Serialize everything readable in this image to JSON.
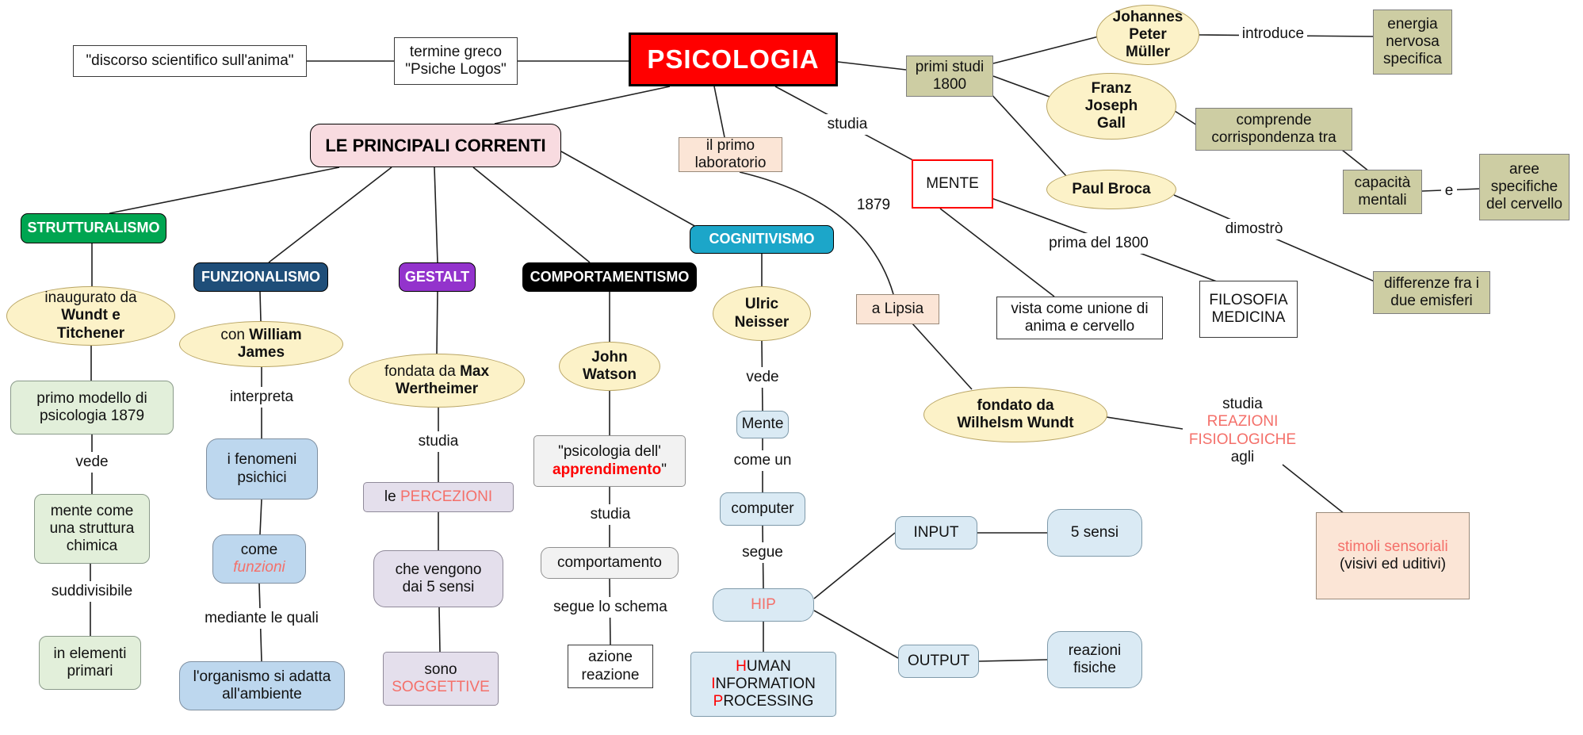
{
  "diagram_title": "PSICOLOGIA",
  "colors": {
    "psicologia_bg": "#ff0000",
    "strutturalismo_bg": "#00a551",
    "funzionalismo_bg": "#1f4e79",
    "gestalt_bg": "#9333cc",
    "comportamentismo_bg": "#000000",
    "cognitivismo_bg": "#1ca6c9",
    "correnti_bg": "#f8dbe0",
    "ellipse_bg": "#fcf2c8",
    "olive_bg": "#cdcda3",
    "peach_bg": "#fbe5d6",
    "lightgreen_bg": "#e2efda",
    "lightblue_bg": "#bdd7ee",
    "lavender_bg": "#e4dfec",
    "lightgray_bg": "#f2f2f2",
    "cyan_bg": "#daeaf4",
    "strong_red": "#fe0000",
    "soft_red": "#f4706a"
  },
  "nodes": {
    "discorso": "\"discorso scientifico sull'anima\"",
    "termine": "termine greco\n\"Psiche Logos\"",
    "psicologia": "PSICOLOGIA",
    "primi_studi": "primi studi\n1800",
    "muller": "Johannes\nPeter\nMüller",
    "energia": "energia\nnervosa\nspecifica",
    "gall": "Franz\nJoseph\nGall",
    "comprende": "comprende\ncorrispondenza tra",
    "broca": "Paul Broca",
    "capacita": "capacità\nmentali",
    "aree": "aree\nspecifiche\ndel cervello",
    "differenze": "differenze fra i\ndue emisferi",
    "filosofia": "FILOSOFIA\nMEDICINA",
    "vista": "vista come unione di\nanima e cervello",
    "mente": "MENTE",
    "laboratorio": "il primo\nlaboratorio",
    "lipsia": "a Lipsia",
    "fondato": "fondato da\nWilhelsm Wundt",
    "reazioni": {
      "pre": "studia\n",
      "red": "REAZIONI\nFISIOLOGICHE",
      "post": "\nagli"
    },
    "stimoli": {
      "red": "stimoli sensoriali",
      "black": "\n(visivi ed uditivi)"
    },
    "correnti": "LE PRINCIPALI CORRENTI",
    "strutturalismo": "STRUTTURALISMO",
    "strutt_founder": {
      "pre": "inaugurato da\n",
      "bold": "Wundt e\nTitchener"
    },
    "primo_modello": "primo modello di\npsicologia 1879",
    "mente_struttura": "mente come\nuna struttura\nchimica",
    "elementi": "in elementi\nprimari",
    "funzionalismo": "FUNZIONALISMO",
    "james": {
      "pre": "con ",
      "bold": "William\nJames"
    },
    "fenomeni": "i fenomeni\npsichici",
    "funzioni": {
      "pre": "come\n",
      "red_italic": "funzioni"
    },
    "organismo": "l'organismo si adatta\nall'ambiente",
    "gestalt": "GESTALT",
    "wertheimer": {
      "pre": "fondata da ",
      "bold": "Max\nWertheimer"
    },
    "percezioni": {
      "pre": "le ",
      "red": "PERCEZIONI"
    },
    "che_vengono": "che vengono\ndai 5 sensi",
    "soggettive": {
      "pre": "sono\n",
      "red": "SOGGETTIVE"
    },
    "comportamentismo": "COMPORTAMENTISMO",
    "watson": "John\nWatson",
    "apprendimento": {
      "pre": "\"psicologia dell'\n",
      "red": "apprendimento",
      "post": "\""
    },
    "comportamento": "comportamento",
    "azione": "azione\nreazione",
    "cognitivismo": "COGNITIVISMO",
    "neisser": "Ulric\nNeisser",
    "mente2": "Mente",
    "computer": "computer",
    "hip": "HIP",
    "human": {
      "h": "H",
      "uman": "UMAN",
      "i": "I",
      "nformation": "NFORMATION",
      "p": "P",
      "rocessing": "ROCESSING"
    },
    "input": "INPUT",
    "cinque_sensi": "5 sensi",
    "output": "OUTPUT",
    "reazioni_fisiche": "reazioni\nfisiche"
  },
  "edge_labels": {
    "introduce": "introduce",
    "e": "e",
    "dimostro": "dimostrò",
    "prima_1800": "prima del 1800",
    "studia_mente": "studia",
    "anno_1879": "1879",
    "vede_strutturalismo": "vede",
    "suddivisibile": "suddivisibile",
    "interpreta": "interpreta",
    "mediante": "mediante le quali",
    "studia_gestalt": "studia",
    "studia_comportamentismo": "studia",
    "segue_schema": "segue lo schema",
    "vede_cognitivismo": "vede",
    "come_un": "come un",
    "segue": "segue"
  }
}
